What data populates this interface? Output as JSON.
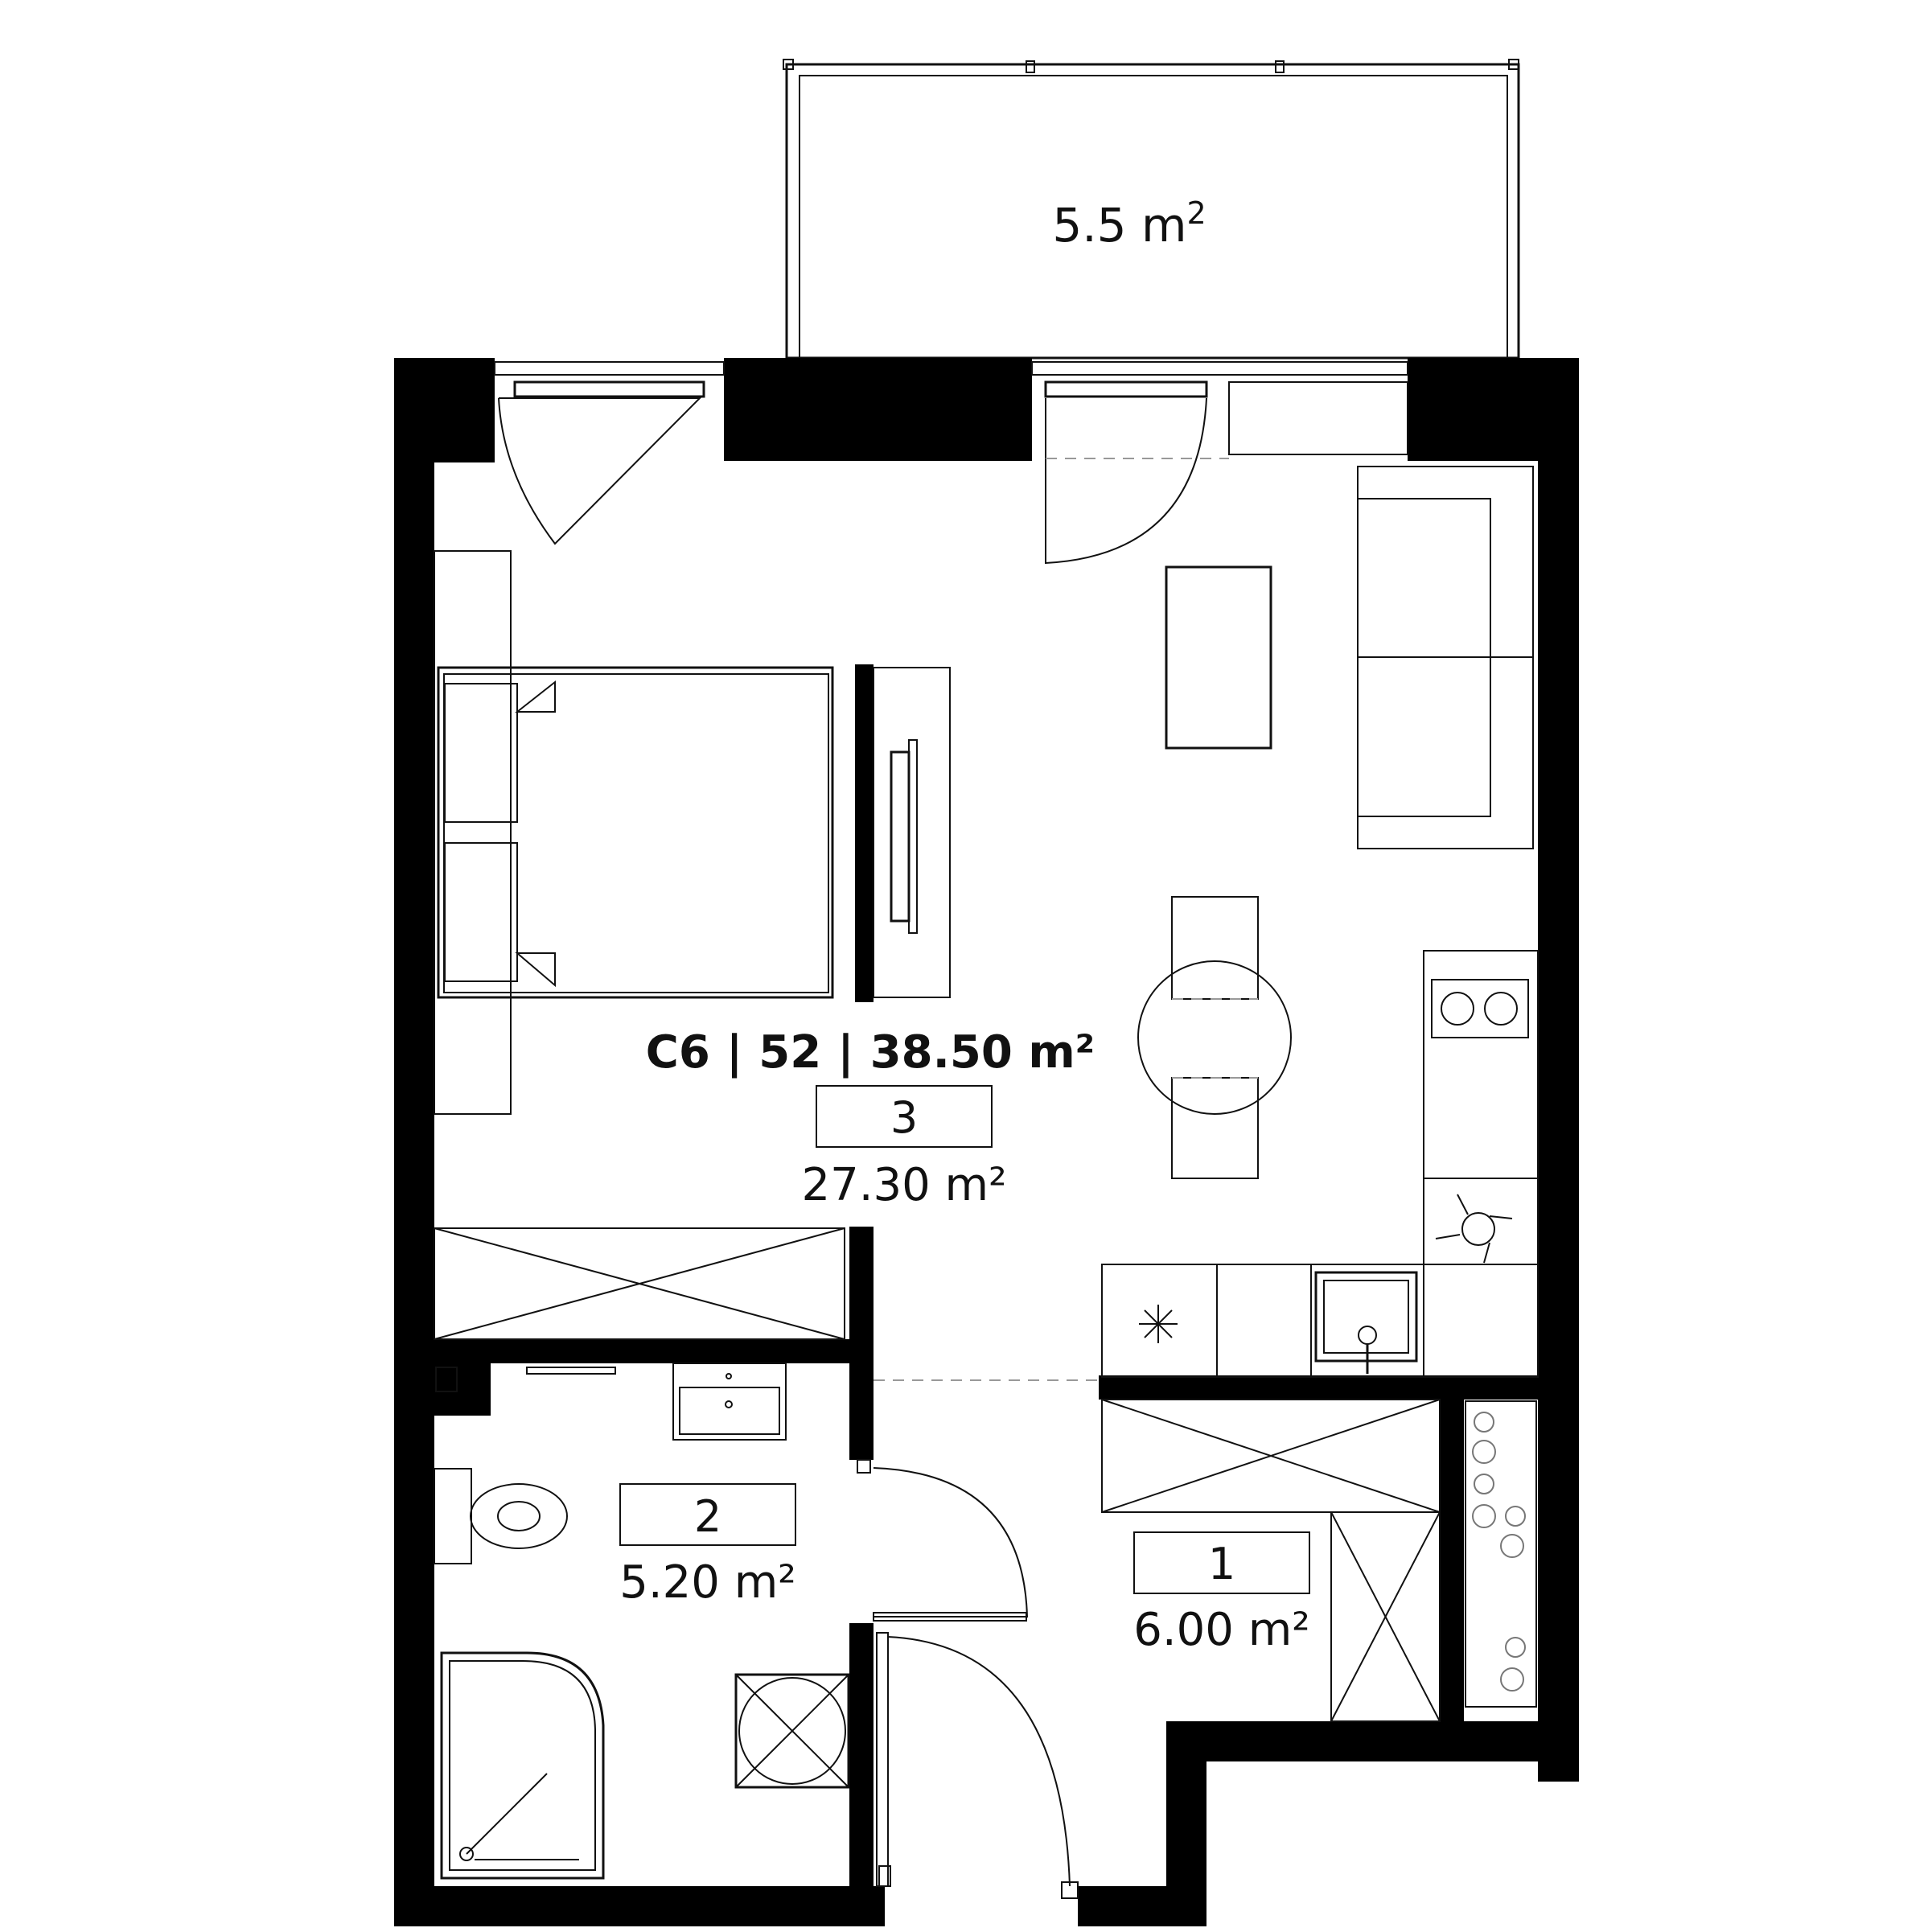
{
  "unit": {
    "code": "C6",
    "number": "52",
    "total_area": "38.50 m²",
    "separator": "|"
  },
  "balcony": {
    "area": "5.5 m",
    "area_sup": "2"
  },
  "rooms": [
    {
      "number": "3",
      "area": "27.30 m²"
    },
    {
      "number": "2",
      "area": "5.20 m²"
    },
    {
      "number": "1",
      "area": "6.00 m²"
    }
  ],
  "colors": {
    "wall": "#000000",
    "line": "#111111",
    "background": "#ffffff"
  }
}
